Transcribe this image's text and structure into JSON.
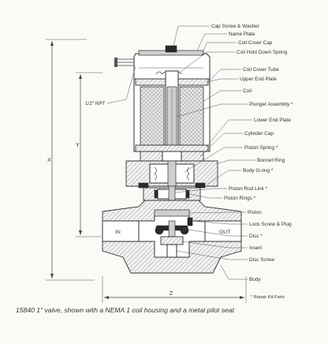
{
  "labels": {
    "cap_screw_washer": "Cap Screw & Washer",
    "name_plate": "Name Plate",
    "coil_cover_cap": "Coil Cover Cap",
    "coil_hold_down_spring": "Coil Hold Down Spring",
    "coil_cover_tube": "Coil Cover Tube",
    "upper_end_plate": "Upper End Plate",
    "coil": "Coil",
    "plunger_assembly": "Plunger Assembly *",
    "lower_end_plate": "Lower End Plate",
    "cylinder_cap": "Cylinder Cap",
    "piston_spring": "Piston Spring *",
    "bonnet_ring": "Bonnet Ring",
    "body_o_ring": "Body O-ring *",
    "piston_rod_link": "Piston Rod Link *",
    "piston_rings": "Piston Rings *",
    "piston": "Piston",
    "lock_screw_plug": "Lock Screw & Plug",
    "disc": "Disc *",
    "insert": "Insert",
    "disc_screw": "Disc Screw",
    "body": "Body",
    "conduit": "1/2\" NPT"
  },
  "dimensions": {
    "x": "X",
    "y": "Y",
    "z": "Z"
  },
  "ports": {
    "in": "IN",
    "out": "OUT"
  },
  "footnote": "* Repair Kit Parts",
  "caption": "15840 1\" valve, shown with a NEMA 1 coil housing and a metal pilot seat"
}
